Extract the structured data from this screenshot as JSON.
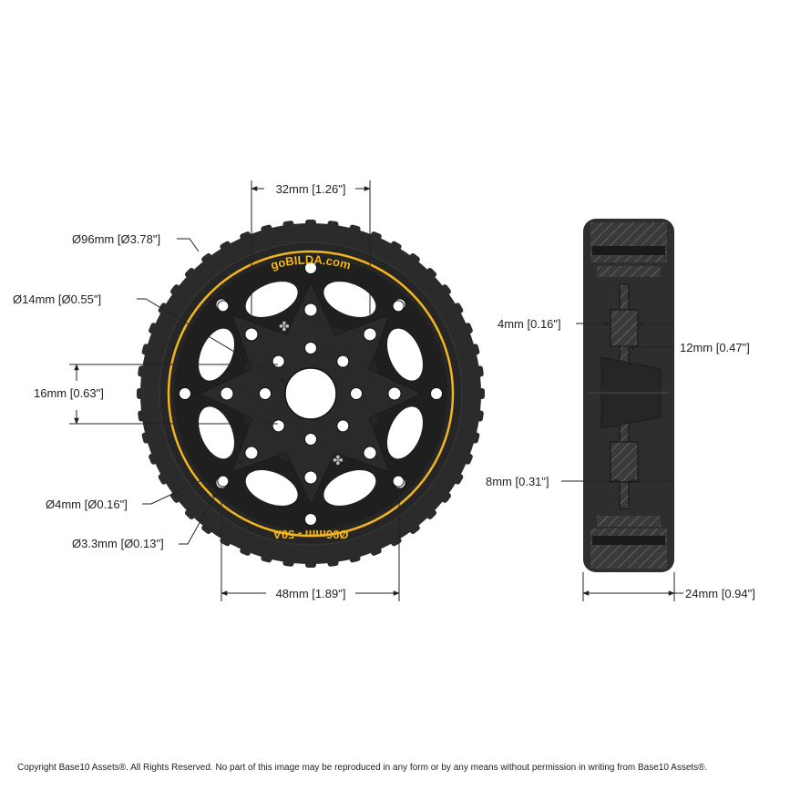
{
  "brand": {
    "top_label": "goBILDA.com",
    "bottom_label": "Ø96mm - 50A",
    "accent_color": "#f2b51c"
  },
  "colors": {
    "tire": "#2b2b2b",
    "hub": "#1e1e1e",
    "line": "#222222",
    "background": "#ffffff"
  },
  "dimensions": {
    "hole_spacing_small": "32mm [1.26\"]",
    "outer_diameter": "Ø96mm [Ø3.78\"]",
    "bore_diameter": "Ø14mm [Ø0.55\"]",
    "pattern_offset": "16mm [0.63\"]",
    "hole_diameter_4": "Ø4mm [Ø0.16\"]",
    "hole_diameter_3_3": "Ø3.3mm [Ø0.13\"]",
    "hole_spacing_large": "48mm [1.89\"]",
    "hub_thickness_4": "4mm [0.16\"]",
    "hub_width_12": "12mm [0.47\"]",
    "hub_width_8": "8mm [0.31\"]",
    "wheel_width": "24mm [0.94\"]"
  },
  "footer": {
    "copyright": "Copyright Base10 Assets®.  All Rights Reserved. No part of this image may be reproduced in any form or by any means without permission in writing from Base10 Assets®."
  }
}
